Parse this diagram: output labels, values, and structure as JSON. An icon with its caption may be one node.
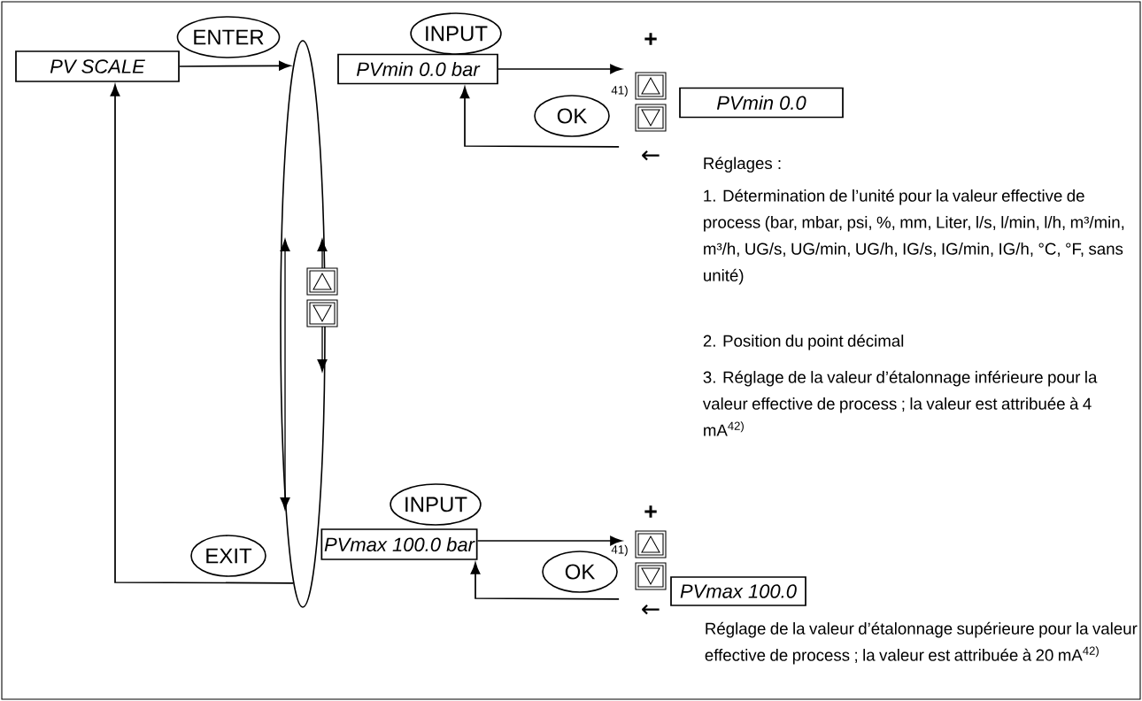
{
  "diagram": {
    "nodes": [
      {
        "text": [
          "PV SCALE"
        ]
      },
      {
        "text": [],
        "shape": "ellipse"
      },
      {
        "text": [
          "PVmin 0.0 bar"
        ]
      },
      {
        "text": [],
        "shape": "box"
      },
      {
        "text": [
          "PVmin 0.0"
        ]
      },
      {
        "text": [],
        "shape": "box"
      },
      {
        "text": [
          "PVmax 100.0 bar"
        ]
      },
      {
        "text": [],
        "shape": "box"
      },
      {
        "text": [
          "PVmax 100.0"
        ]
      }
    ],
    "edges": [
      {
        "from": 0,
        "to": 1,
        "arrow": "to",
        "label": "ENTER"
      },
      {
        "from": 1,
        "to": 0,
        "arrow": "to",
        "label": "EXIT"
      },
      {
        "from": 2,
        "to": 3,
        "arrow": "to",
        "label": "INPUT"
      },
      {
        "from": 3,
        "to": 2,
        "arrow": "to",
        "label": "OK"
      },
      {
        "from": 6,
        "to": 7,
        "arrow": "to",
        "label": "INPUT"
      },
      {
        "from": 7,
        "to": 6,
        "arrow": "to",
        "label": "OK"
      }
    ],
    "labels": [
      "+",
      "41)",
      "←",
      "Réglages :",
      "1. Détermination de l’unité pour la valeur effective de process (bar, mbar, psi, %, mm, Liter, l/s, l/min, l/h, m³/min, m³/h, UG/s, UG/min, UG/h, IG/s, IG/min, IG/h, °C, °F, sans unité)",
      "2. Position du point décimal",
      "3. Réglage de la valeur d’étalonnage inférieure pour la valeur effective de process ; la valeur est attribuée à 4 mA$^{42)}$",
      "+",
      "41)",
      "←",
      "Réglage de la valeur d’étalonnage supérieure pour la valeur effective de process ; la valeur est attribuée à 20 mA$^{42)}$"
    ]
  }
}
